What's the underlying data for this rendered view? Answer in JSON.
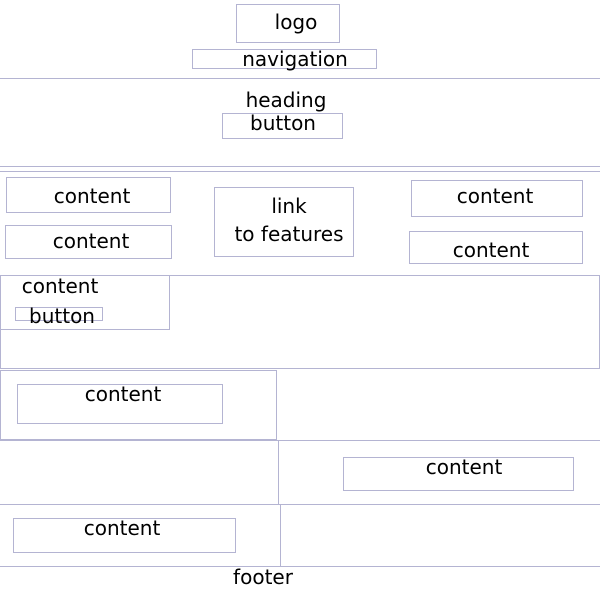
{
  "header": {
    "logo": "logo",
    "navigation": "navigation"
  },
  "hero": {
    "heading": "heading",
    "button": "button"
  },
  "grid": {
    "content_1": "content",
    "content_2": "content",
    "link_line1": "link",
    "link_line2": "to features",
    "content_3": "content",
    "content_4": "content"
  },
  "feature": {
    "content": "content",
    "button": "button"
  },
  "rows": {
    "row1_content": "content",
    "row2_content": "content",
    "row3_content": "content"
  },
  "footer": {
    "label": "footer"
  }
}
